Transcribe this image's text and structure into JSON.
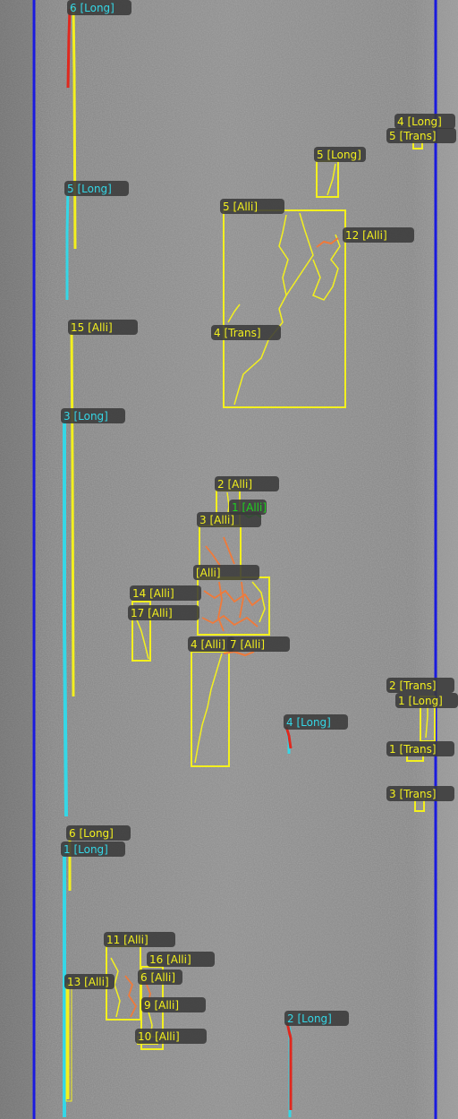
{
  "colors": {
    "lane_line": "#1a1adf",
    "long_crack_cyan": "#35d7e6",
    "long_crack_yellow": "#f3f01e",
    "severity_red": "#e0281e",
    "alligator_orange": "#f07a3a",
    "box_yellow": "#f3f01e",
    "label_bg": "#3a3a3a",
    "label_green": "#1ed21e"
  },
  "labels": [
    {
      "id": "l6long_top",
      "text": "6 [Long]",
      "color": "cyan"
    },
    {
      "id": "l4long_r",
      "text": "4 [Long]",
      "color": "yellow"
    },
    {
      "id": "l5trans_r",
      "text": "5 [Trans]",
      "color": "yellow"
    },
    {
      "id": "l5long",
      "text": "5 [Long]",
      "color": "yellow"
    },
    {
      "id": "l5long_l",
      "text": "5 [Long]",
      "color": "cyan"
    },
    {
      "id": "l5alli",
      "text": "5 [Alli]",
      "color": "yellow"
    },
    {
      "id": "l12alli",
      "text": "12 [Alli]",
      "color": "yellow"
    },
    {
      "id": "l15alli",
      "text": "15 [Alli]",
      "color": "yellow"
    },
    {
      "id": "l4trans",
      "text": "4 [Trans]",
      "color": "yellow"
    },
    {
      "id": "l3long_l",
      "text": "3 [Long]",
      "color": "cyan"
    },
    {
      "id": "l2alli",
      "text": "2 [Alli]",
      "color": "yellow"
    },
    {
      "id": "lgreenalli",
      "text": "1 [Alli]",
      "color": "green"
    },
    {
      "id": "l3alli",
      "text": "3 [Alli]",
      "color": "yellow"
    },
    {
      "id": "lalli_mid",
      "text": "[Alli]",
      "color": "yellow"
    },
    {
      "id": "l14alli",
      "text": "14 [Alli]",
      "color": "yellow"
    },
    {
      "id": "l17alli",
      "text": "17 [Alli]",
      "color": "yellow"
    },
    {
      "id": "l4alli",
      "text": "4 [Alli]",
      "color": "yellow"
    },
    {
      "id": "l7alli",
      "text": "7 [Alli]",
      "color": "yellow"
    },
    {
      "id": "l4long_m",
      "text": "4 [Long]",
      "color": "cyan"
    },
    {
      "id": "l2trans",
      "text": "2 [Trans]",
      "color": "yellow"
    },
    {
      "id": "l1long_r",
      "text": "1 [Long]",
      "color": "yellow"
    },
    {
      "id": "l1trans",
      "text": "1 [Trans]",
      "color": "yellow"
    },
    {
      "id": "l3trans",
      "text": "3 [Trans]",
      "color": "yellow"
    },
    {
      "id": "l6long",
      "text": "6 [Long]",
      "color": "yellow"
    },
    {
      "id": "l1long_l",
      "text": "1 [Long]",
      "color": "cyan"
    },
    {
      "id": "l11alli",
      "text": "11 [Alli]",
      "color": "yellow"
    },
    {
      "id": "l16alli",
      "text": "16 [Alli]",
      "color": "yellow"
    },
    {
      "id": "l6alli",
      "text": "6 [Alli]",
      "color": "yellow"
    },
    {
      "id": "l13alli",
      "text": "13 [Alli]",
      "color": "yellow"
    },
    {
      "id": "l9alli",
      "text": "9 [Alli]",
      "color": "yellow"
    },
    {
      "id": "l10alli",
      "text": "10 [Alli]",
      "color": "yellow"
    },
    {
      "id": "l2long",
      "text": "2 [Long]",
      "color": "cyan"
    }
  ]
}
